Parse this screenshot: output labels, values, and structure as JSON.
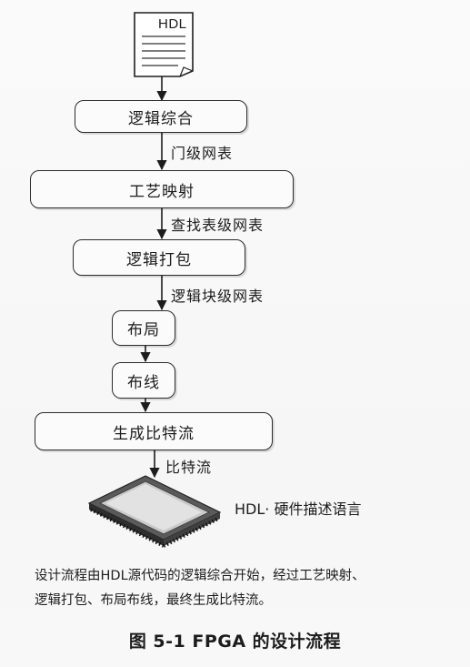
{
  "diagram": {
    "doc_label": "HDL",
    "steps": [
      "逻辑综合",
      "工艺映射",
      "逻辑打包",
      "布局",
      "布线",
      "生成比特流"
    ],
    "edge_labels": [
      "门级网表",
      "查找表级网表",
      "逻辑块级网表",
      "比特流"
    ],
    "legend": "HDL· 硬件描述语言"
  },
  "caption": {
    "line1": "设计流程由HDL源代码的逻辑综合开始，经过工艺映射、",
    "line2": "逻辑打包、布局布线，最终生成比特流。"
  },
  "figure_title": "图 5-1    FPGA 的设计流程"
}
